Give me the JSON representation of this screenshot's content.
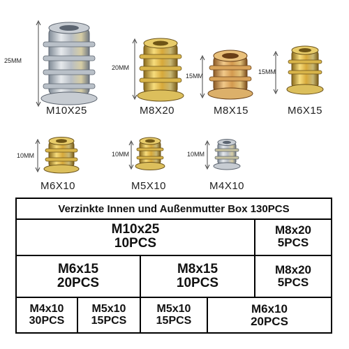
{
  "items": [
    {
      "name": "M10X25",
      "height": "25MM"
    },
    {
      "name": "M8X20",
      "height": "20MM"
    },
    {
      "name": "M8X15",
      "height": "15MM"
    },
    {
      "name": "M6X15",
      "height": "15MM"
    },
    {
      "name": "M6X10",
      "height": "10MM"
    },
    {
      "name": "M5X10",
      "height": "10MM"
    },
    {
      "name": "M4X10",
      "height": "10MM"
    }
  ],
  "table": {
    "title": "Verzinkte Innen und Außenmutter Box 130PCS",
    "rows": [
      [
        {
          "name": "M10x25",
          "qty": "10PCS"
        },
        {
          "name": "M8x20",
          "qty": "5PCS"
        }
      ],
      [
        {
          "name": "M6x15",
          "qty": "20PCS"
        },
        {
          "name": "M8x15",
          "qty": "10PCS"
        },
        {
          "name": "M8x20",
          "qty": "5PCS"
        }
      ],
      [
        {
          "name": "M4x10",
          "qty": "30PCS"
        },
        {
          "name": "M5x10",
          "qty": "15PCS"
        },
        {
          "name": "M5x10",
          "qty": "15PCS"
        },
        {
          "name": "M6x10",
          "qty": "20PCS"
        }
      ]
    ]
  },
  "colors": {
    "zinc_light": "#d9dde2",
    "zinc_mid": "#9aa3ad",
    "brass_light": "#f3d36a",
    "brass_mid": "#c89a2a",
    "border": "#000000"
  }
}
